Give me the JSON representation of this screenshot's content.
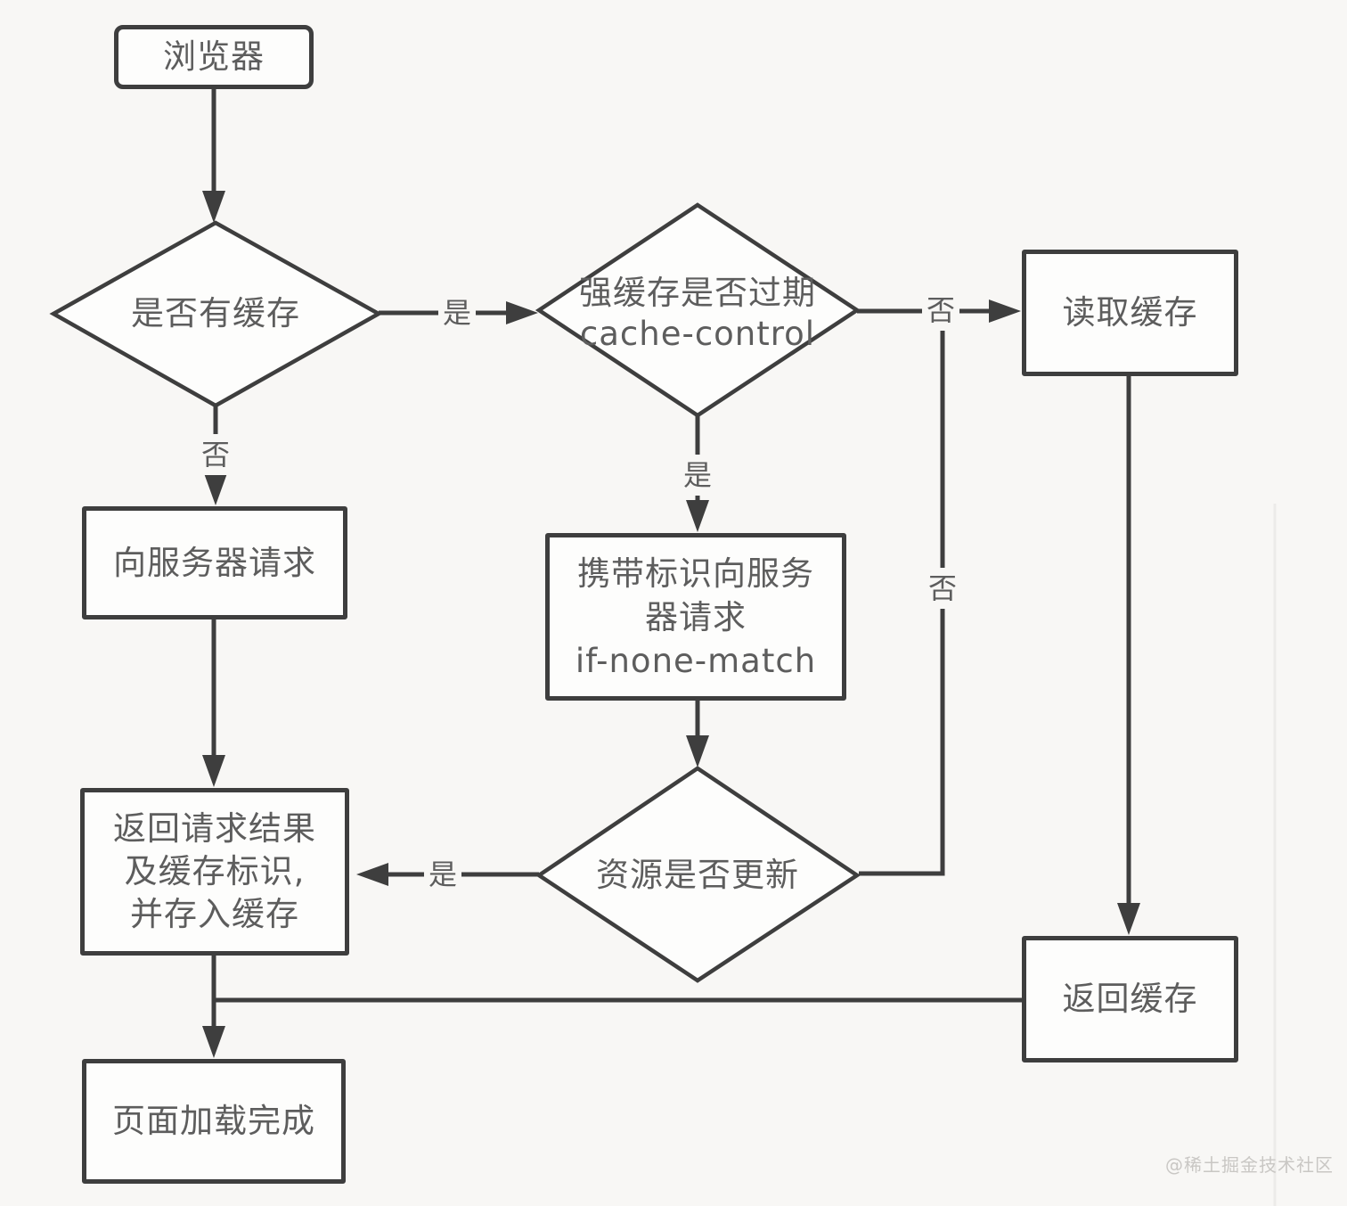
{
  "colors": {
    "stroke": "#3e3e3e",
    "text": "#5d5d5d",
    "background": "#f8f7f5",
    "node_bg": "#fdfdfc",
    "watermark": "#c9c7c4"
  },
  "nodes": {
    "browser": {
      "label": "浏览器"
    },
    "has_cache": {
      "label": "是否有缓存"
    },
    "strong_cache": {
      "line1": "强缓存是否过期",
      "line2": "cache-control"
    },
    "read_cache": {
      "label": "读取缓存"
    },
    "request_server": {
      "label": "向服务器请求"
    },
    "request_with_id": {
      "line1": "携带标识向服务",
      "line2": "器请求",
      "line3": "if-none-match"
    },
    "resource_updated": {
      "label": "资源是否更新"
    },
    "return_result": {
      "line1": "返回请求结果",
      "line2": "及缓存标识,",
      "line3": "并存入缓存"
    },
    "return_cache": {
      "label": "返回缓存"
    },
    "page_loaded": {
      "label": "页面加载完成"
    }
  },
  "edge_labels": {
    "has_cache_yes": "是",
    "has_cache_no": "否",
    "strong_cache_no": "否",
    "strong_cache_yes": "是",
    "resource_not_updated_no": "否",
    "resource_updated_yes": "是"
  },
  "watermark": "@稀土掘金技术社区"
}
